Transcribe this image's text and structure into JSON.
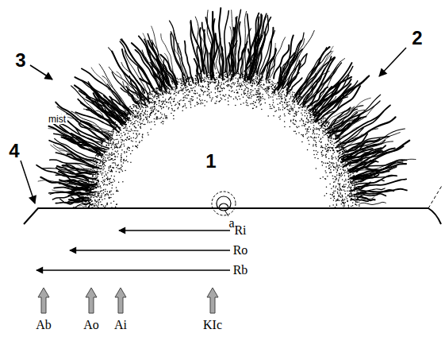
{
  "diagram": {
    "labels": [
      "1",
      "2",
      "3",
      "4",
      "mist",
      "a",
      "Ri",
      "Ro",
      "Rb",
      "Ab",
      "Ao",
      "Ai",
      "KIc"
    ]
  }
}
